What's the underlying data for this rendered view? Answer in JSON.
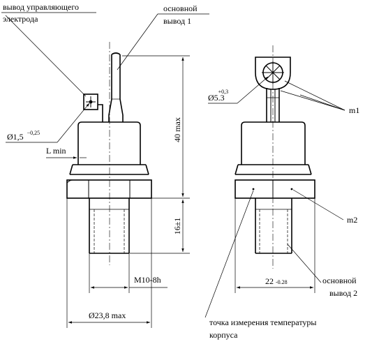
{
  "labels": {
    "gate_lead_line1": "вывод управляющего",
    "gate_lead_line2": "электрода",
    "main_lead_1_line1": "основной",
    "main_lead_1_line2": "вывод 1",
    "hole_dia": "Ø1,5",
    "hole_dia_tol": "−0,25",
    "l_min": "L min",
    "height_40": "40 max",
    "height_16": "16±1",
    "thread": "M10-8h",
    "diameter_body": "Ø23,8 max",
    "lug_hole": "Ø5.3",
    "lug_hole_tol": "+0,3",
    "m1": "m1",
    "m2": "m2",
    "flats_value": "22",
    "flats_tol": "-0.28",
    "main_lead_2_line1": "основной",
    "main_lead_2_line2": "вывод 2",
    "temp_point_line1": "точка измерения температуры",
    "temp_point_line2": "корпуса"
  }
}
